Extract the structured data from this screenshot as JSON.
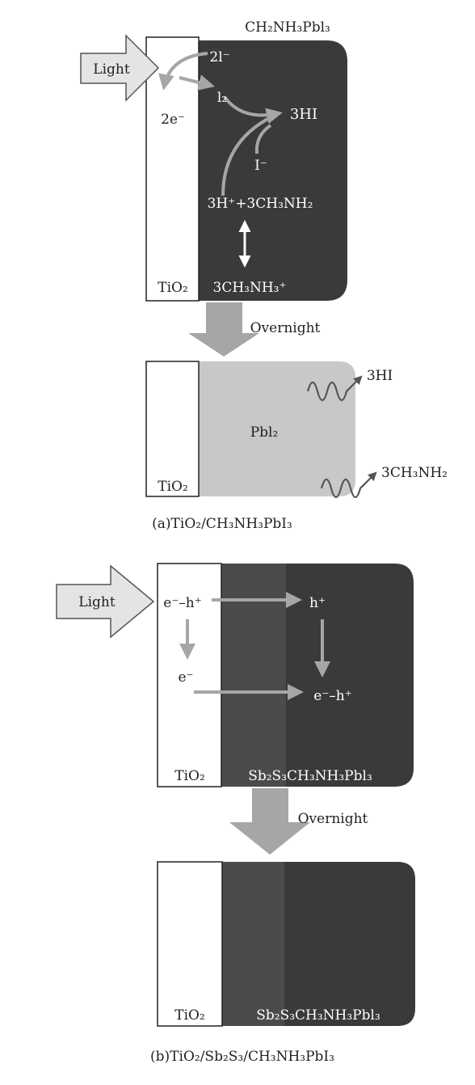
{
  "panel_a": {
    "top_label": "CH₂NH₃Pbl₃",
    "light": "Light",
    "species_2i": "2l⁻",
    "species_i2": "l₂",
    "species_3hi": "3HI",
    "species_2e": "2e⁻",
    "species_i_minus": "I⁻",
    "species_3h_mix": "3H⁺+3CH₃NH₂",
    "species_ch3nh3": "3CH₃NH₃⁺",
    "tio2_top": "TiO₂",
    "overnight": "Overnight",
    "pbi2": "Pbl₂",
    "tio2_bottom": "TiO₂",
    "release_hi": "3HI",
    "release_ch3nh2": "3CH₃NH₂",
    "caption": "(a)TiO₂/CH₃NH₃PbI₃"
  },
  "panel_b": {
    "light": "Light",
    "species_eh_left": "e⁻–h⁺",
    "species_h": "h⁺",
    "species_e": "e⁻",
    "species_eh_right": "e⁻–h⁺",
    "tio2_top": "TiO₂",
    "absorber_top": "Sb₂S₃CH₃NH₃Pbl₃",
    "overnight": "Overnight",
    "tio2_bottom": "TiO₂",
    "absorber_bottom": "Sb₂S₃CH₃NH₃Pbl₃",
    "caption": "(b)TiO₂/Sb₂S₃/CH₃NH₃PbI₃"
  },
  "colors": {
    "dark_layer": "#3a3a3a",
    "sb2s3_layer": "#4b4b4b",
    "pbi2_layer": "#c8c8c8",
    "arrow_gray": "#a6a6a6",
    "light_arrow_fill": "#e4e4e4"
  }
}
